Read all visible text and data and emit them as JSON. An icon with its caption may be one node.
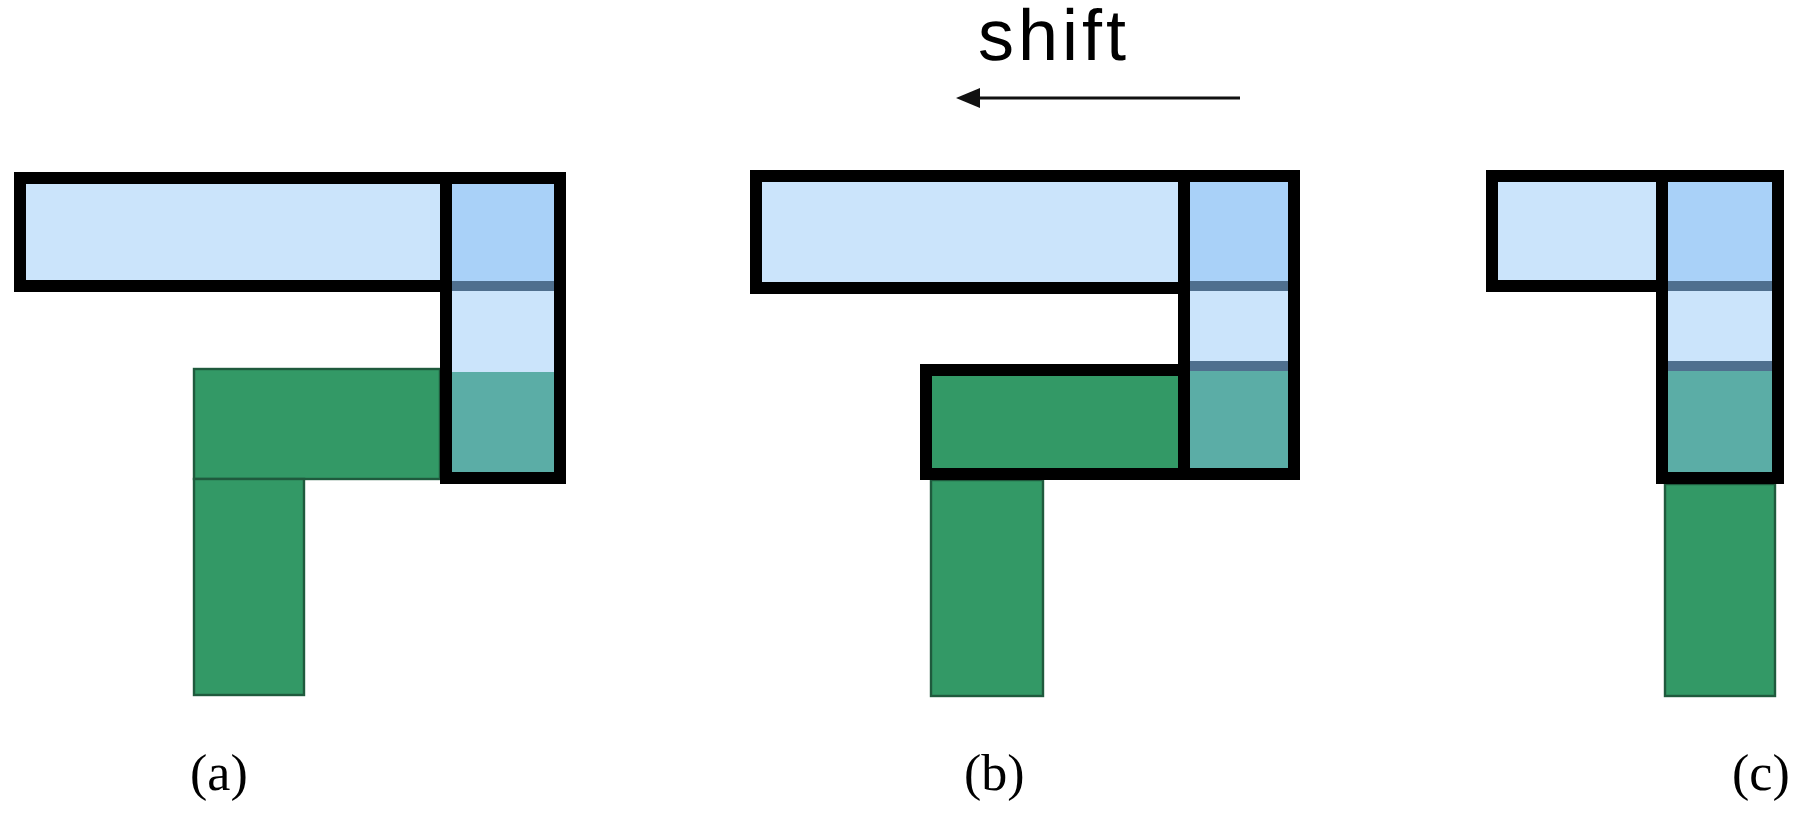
{
  "diagram": {
    "labels": [
      "shift",
      "(a)",
      "(b)",
      "(c)"
    ]
  }
}
